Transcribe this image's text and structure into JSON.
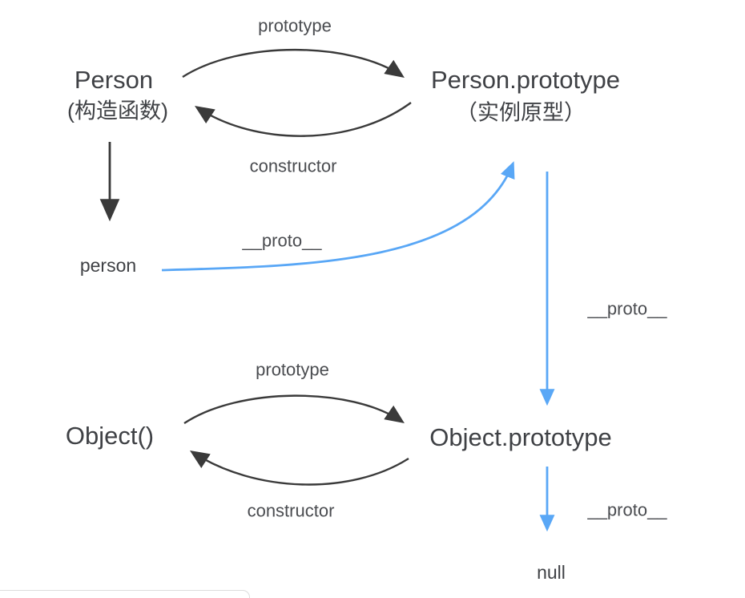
{
  "colors": {
    "background": "#ffffff",
    "text": "#3f4145",
    "edge_text": "#4a4c50",
    "arrow_black": "#3a3a3a",
    "arrow_blue": "#59a7f6",
    "panel_border": "#dcdcdc"
  },
  "nodes": {
    "person_constructor": {
      "title": "Person",
      "subtitle": "(构造函数)"
    },
    "person_prototype": {
      "title": "Person.prototype",
      "subtitle": "（实例原型）"
    },
    "person_instance": {
      "label": "person"
    },
    "object_constructor": {
      "label": "Object()"
    },
    "object_prototype": {
      "label": "Object.prototype"
    },
    "null_value": {
      "label": "null"
    }
  },
  "edge_labels": {
    "prototype_top": "prototype",
    "constructor_top": "constructor",
    "proto_person_to_prototype": "__proto__",
    "proto_prototype_to_object_prototype": "__proto__",
    "prototype_bottom": "prototype",
    "constructor_bottom": "constructor",
    "proto_object_prototype_to_null": "__proto__"
  }
}
